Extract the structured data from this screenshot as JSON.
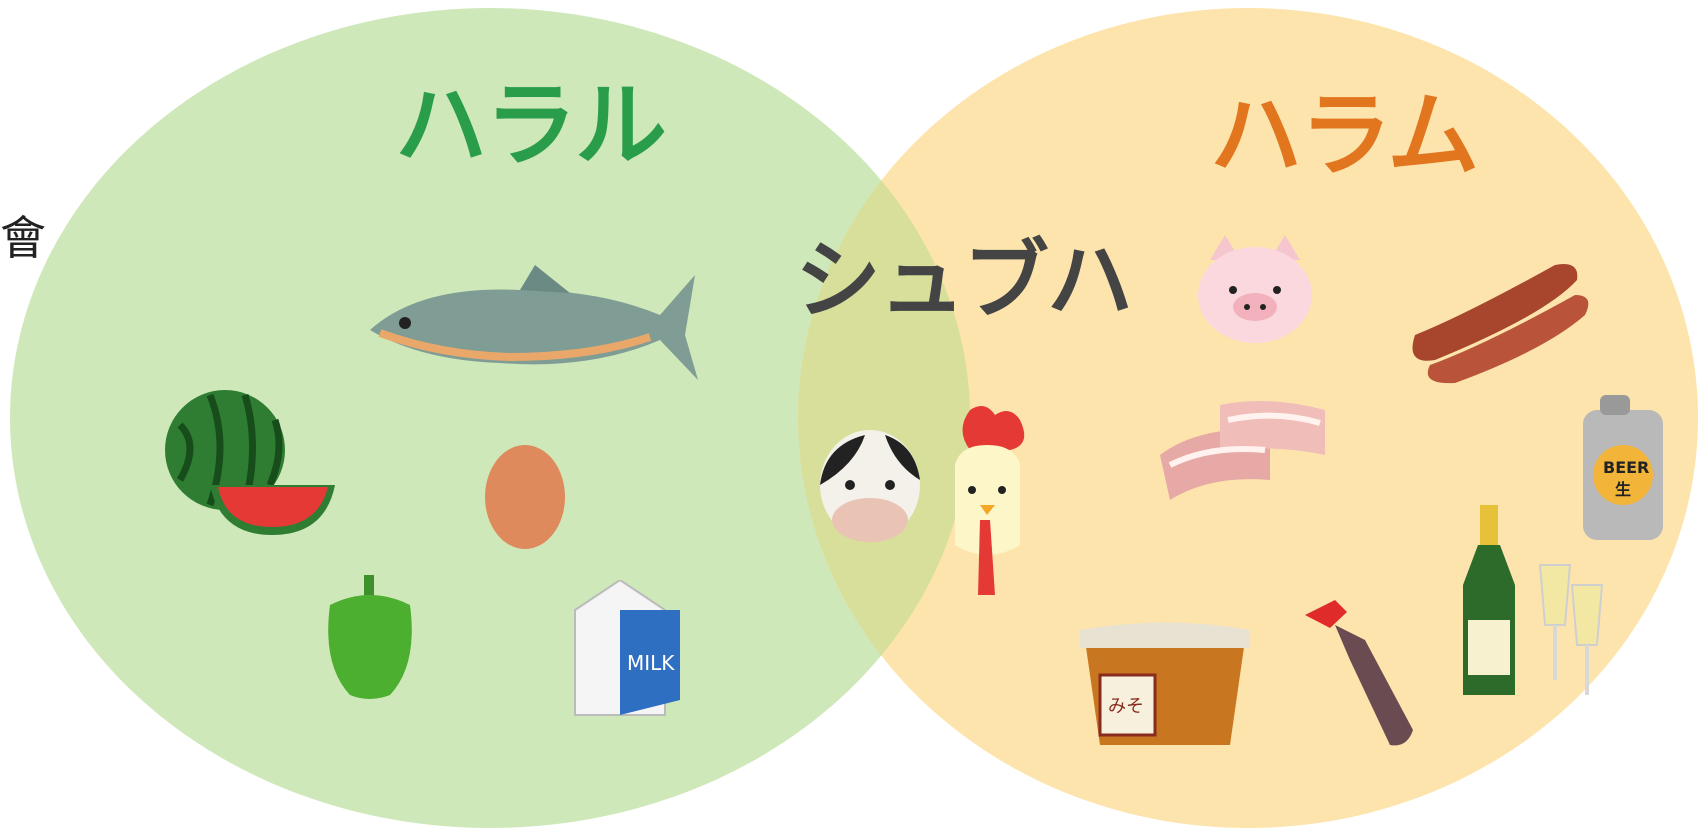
{
  "side_label": "會",
  "sets": {
    "halal": {
      "title": "ハラル",
      "color": "#2a9d4a",
      "fill": "#cfe8b9"
    },
    "haram": {
      "title": "ハラム",
      "color": "#e2761f",
      "fill": "#fde2a6"
    },
    "shubha": {
      "title": "シュブハ",
      "color": "#444444"
    }
  },
  "items": {
    "halal": [
      "fish-icon",
      "watermelon-icon",
      "egg-icon",
      "green-pepper-icon",
      "milk-carton-icon"
    ],
    "shubha": [
      "cow-icon",
      "chicken-icon"
    ],
    "haram": [
      "pig-icon",
      "sausage-icon",
      "bacon-icon",
      "beer-can-icon",
      "miso-tub-icon",
      "soy-sauce-bottle-icon",
      "champagne-icon"
    ]
  },
  "item_text": {
    "milk": "MILK",
    "beer": "BEER",
    "beer_sub": "生",
    "miso": "みそ"
  }
}
